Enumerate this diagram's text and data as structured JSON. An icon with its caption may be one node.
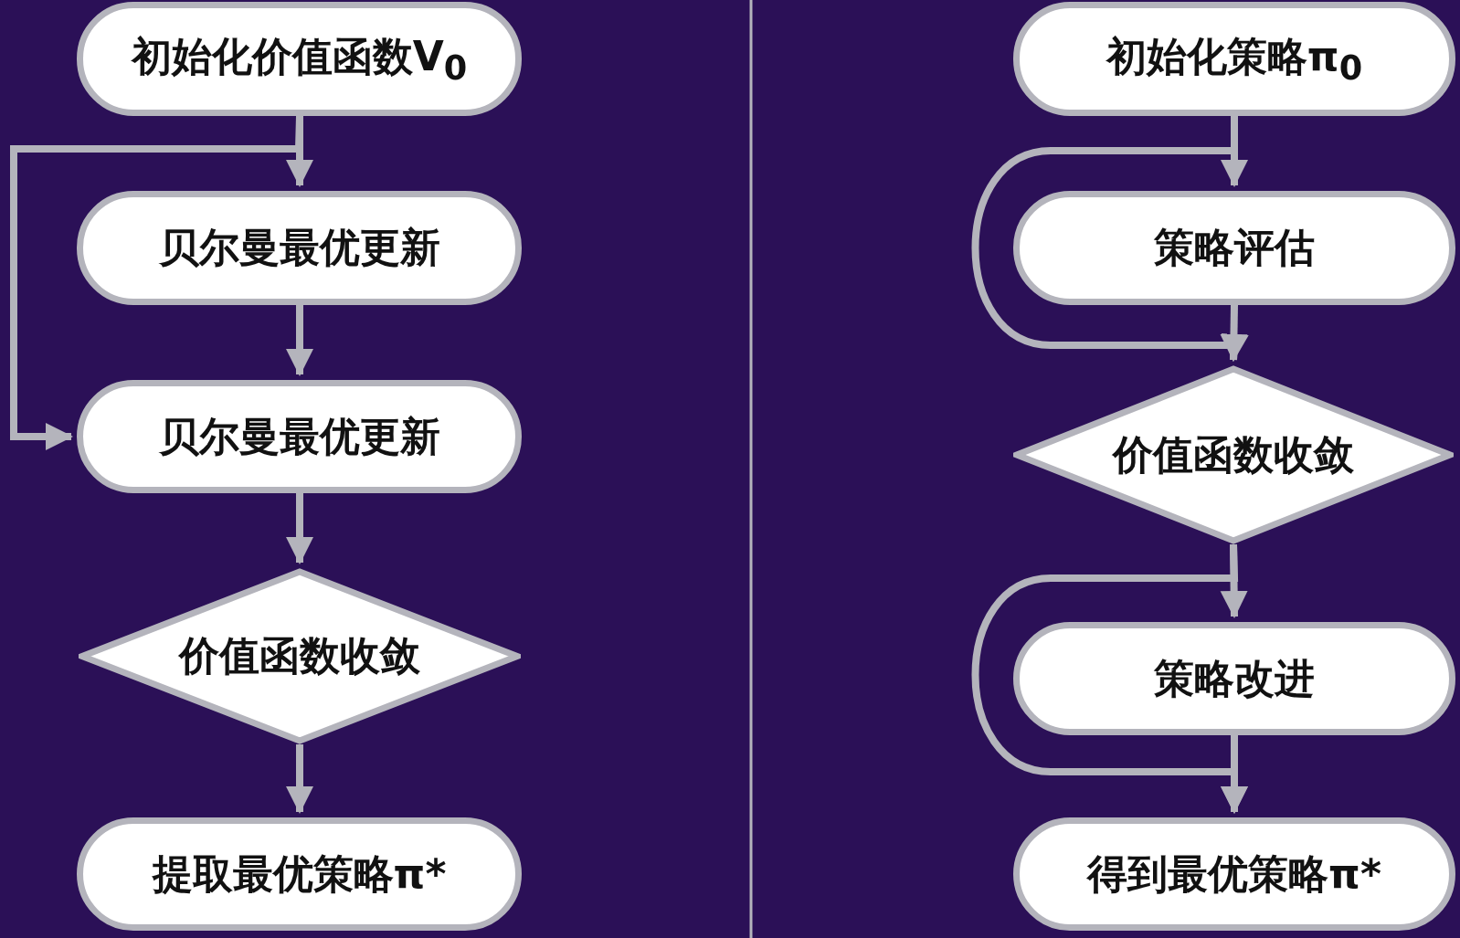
{
  "diagram": {
    "nodes": [
      {
        "text": [
          "初始化价值函数V$_{0}$"
        ]
      },
      {
        "text": [
          "贝尔曼最优更新"
        ]
      },
      {
        "text": [
          "贝尔曼最优更新"
        ]
      },
      {
        "text": [
          "价值函数收敛"
        ]
      },
      {
        "text": [
          "提取最优策略π*"
        ]
      },
      {
        "text": [
          "初始化策略π$_{0}$"
        ]
      },
      {
        "text": [
          "策略评估"
        ]
      },
      {
        "text": [
          "价值函数收敛"
        ]
      },
      {
        "text": [
          "策略改进"
        ]
      },
      {
        "text": [
          "得到最优策略π*"
        ]
      }
    ],
    "edges": [
      {
        "from": 0,
        "to": 1,
        "arrow": "to"
      },
      {
        "from": 1,
        "to": 2,
        "arrow": "to"
      },
      {
        "from": 2,
        "to": 3,
        "arrow": "to"
      },
      {
        "from": 3,
        "to": 4,
        "arrow": "to"
      },
      {
        "from": 0,
        "to": 2,
        "arrow": "to"
      },
      {
        "from": 5,
        "to": 6,
        "arrow": "to"
      },
      {
        "from": 6,
        "to": 7,
        "arrow": "to"
      },
      {
        "from": 7,
        "to": 8,
        "arrow": "to"
      },
      {
        "from": 8,
        "to": 9,
        "arrow": "to"
      },
      {
        "from": 5,
        "to": 7,
        "arrow": "to"
      },
      {
        "from": 7,
        "to": 9,
        "arrow": "to"
      }
    ]
  }
}
